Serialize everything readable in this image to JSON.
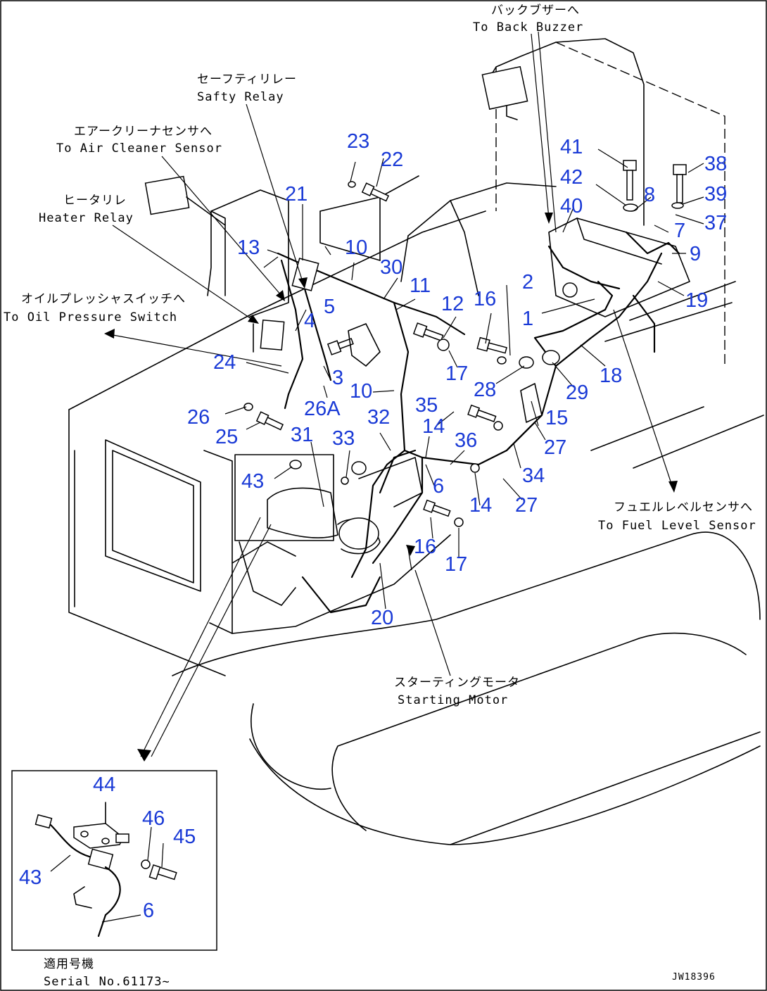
{
  "callouts": {
    "back_buzzer_jp": "バックブザーへ",
    "back_buzzer_en": "To Back Buzzer",
    "safety_relay_jp": "セーフティリレー",
    "safety_relay_en": "Safty Relay",
    "air_cleaner_jp": "エアークリーナセンサへ",
    "air_cleaner_en": "To Air Cleaner Sensor",
    "heater_relay_jp": "ヒータリレ",
    "heater_relay_en": "Heater Relay",
    "oil_pressure_jp": "オイルプレッシャスイッチへ",
    "oil_pressure_en": "To Oil Pressure Switch",
    "fuel_level_jp": "フュエルレベルセンサへ",
    "fuel_level_en": "To Fuel Level Sensor",
    "starting_motor_jp": "スターティングモータ",
    "starting_motor_en": "Starting Motor"
  },
  "parts": [
    "1",
    "2",
    "3",
    "4",
    "5",
    "6",
    "7",
    "8",
    "9",
    "10",
    "10",
    "11",
    "12",
    "13",
    "14",
    "14",
    "15",
    "16",
    "16",
    "17",
    "17",
    "18",
    "19",
    "20",
    "21",
    "22",
    "23",
    "24",
    "25",
    "26",
    "26A",
    "27",
    "27",
    "28",
    "29",
    "30",
    "31",
    "32",
    "33",
    "34",
    "35",
    "36",
    "37",
    "38",
    "39",
    "40",
    "41",
    "42",
    "43"
  ],
  "inset": {
    "parts": [
      "44",
      "46",
      "45",
      "43",
      "6"
    ],
    "serial_jp": "適用号機",
    "serial_en": "Serial No.61173~"
  },
  "footer_code": "JW18396"
}
